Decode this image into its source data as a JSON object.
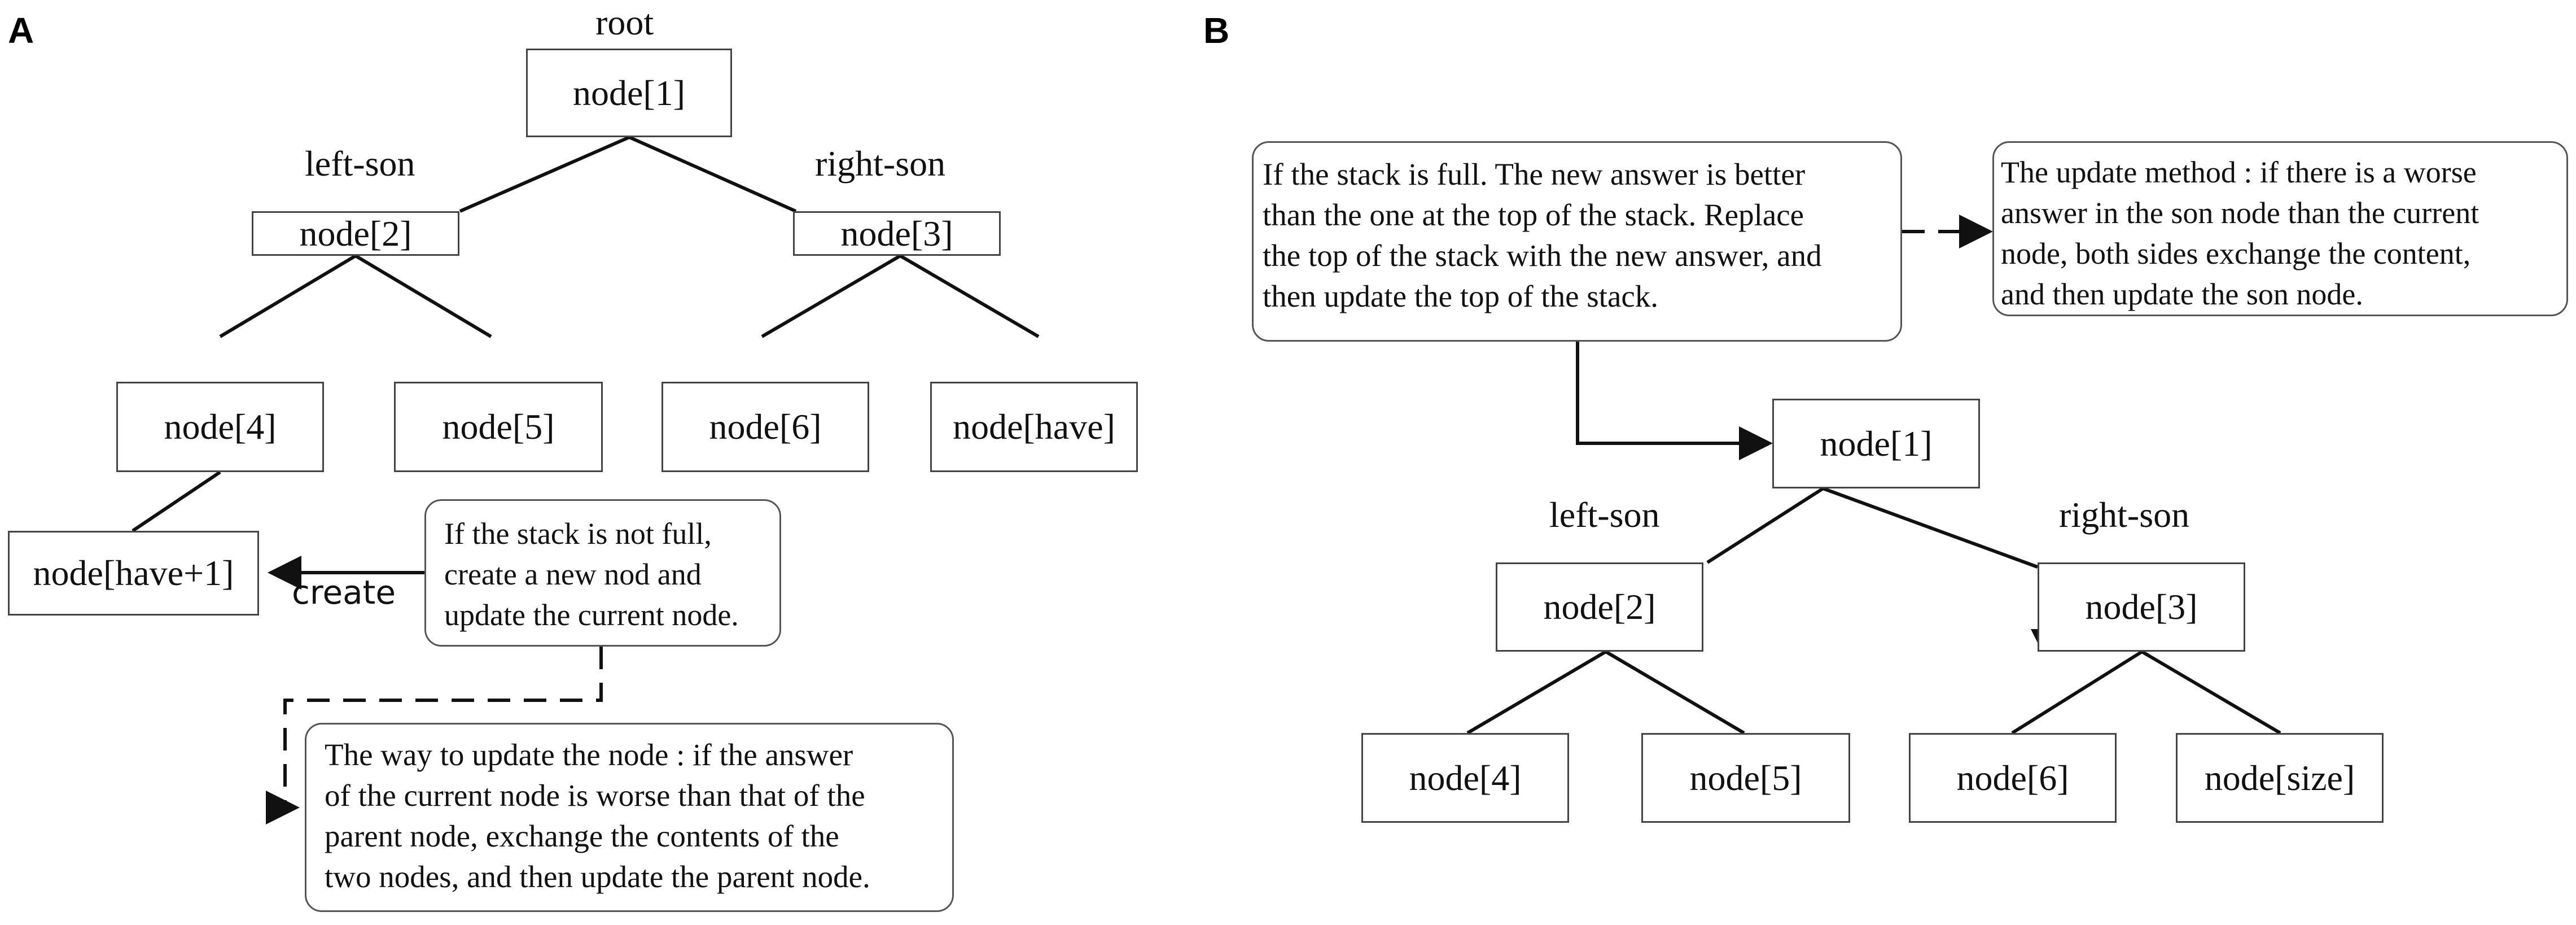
{
  "panel_a": {
    "label": "A",
    "root_label": "root",
    "left_son_label": "left-son",
    "right_son_label": "right-son",
    "nodes": {
      "n1": "node[1]",
      "n2": "node[2]",
      "n3": "node[3]",
      "n4": "node[4]",
      "n5": "node[5]",
      "n6": "node[6]",
      "nhave": "node[have]",
      "nhave1": "node[have+1]"
    },
    "create_label": "create",
    "note_not_full": [
      "If the stack is not full,",
      "create a new nod and",
      "update the current node."
    ],
    "note_update_way": [
      "The way to update the node : if the answer",
      "of the current node is worse than that of the",
      "parent node, exchange the contents of the",
      "two nodes, and then update the parent node."
    ]
  },
  "panel_b": {
    "label": "B",
    "left_son_label": "left-son",
    "right_son_label": "right-son",
    "nodes": {
      "n1": "node[1]",
      "n2": "node[2]",
      "n3": "node[3]",
      "n4": "node[4]",
      "n5": "node[5]",
      "n6": "node[6]",
      "nsize": "node[size]"
    },
    "note_full": [
      "If the stack is full. The new answer is better",
      "than the one at the top of the stack. Replace",
      "the top of the stack with the new answer, and",
      "then update the top of the stack."
    ],
    "note_update_method": [
      "The update method : if there is a worse",
      "answer in the son node than the current",
      "node, both sides exchange the content,",
      "and then update the son node."
    ]
  }
}
